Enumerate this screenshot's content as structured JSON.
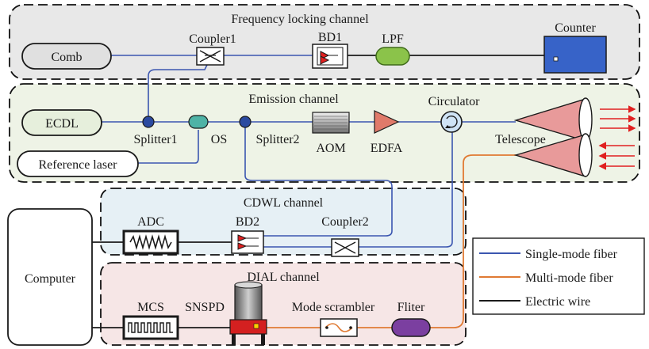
{
  "channels": {
    "freq": "Frequency locking channel",
    "emission": "Emission channel",
    "cdwl": "CDWL channel",
    "dial": "DIAL channel"
  },
  "components": {
    "comb": "Comb",
    "coupler1": "Coupler1",
    "bd1": "BD1",
    "lpf": "LPF",
    "counter": "Counter",
    "ecdl": "ECDL",
    "splitter1": "Splitter1",
    "os": "OS",
    "splitter2": "Splitter2",
    "aom": "AOM",
    "edfa": "EDFA",
    "circulator": "Circulator",
    "telescope": "Telescope",
    "reference_laser": "Reference laser",
    "adc": "ADC",
    "bd2": "BD2",
    "coupler2": "Coupler2",
    "computer": "Computer",
    "mcs": "MCS",
    "snspd": "SNSPD",
    "mode_scrambler": "Mode scrambler",
    "filter": "Fliter"
  },
  "legend": [
    {
      "label": "Single-mode fiber",
      "color": "#3b56b0"
    },
    {
      "label": "Multi-mode fiber",
      "color": "#e07a33"
    },
    {
      "label": "Electric wire",
      "color": "#1a1a1a"
    }
  ],
  "colors": {
    "freq_bg": "#e8e8e8",
    "emission_bg": "#eef3e6",
    "cdwl_bg": "#e6f0f5",
    "dial_bg": "#f6e6e6",
    "ecdl_fill": "#e6efdc",
    "os_fill": "#4fb3a6",
    "splitter_fill": "#2b4aa0",
    "counter_fill": "#3763c8",
    "edfa_fill": "#e07a6a",
    "telescope_fill": "#e89a9a",
    "filter_fill": "#7b3fa0",
    "laser_arrow": "#e02020"
  }
}
